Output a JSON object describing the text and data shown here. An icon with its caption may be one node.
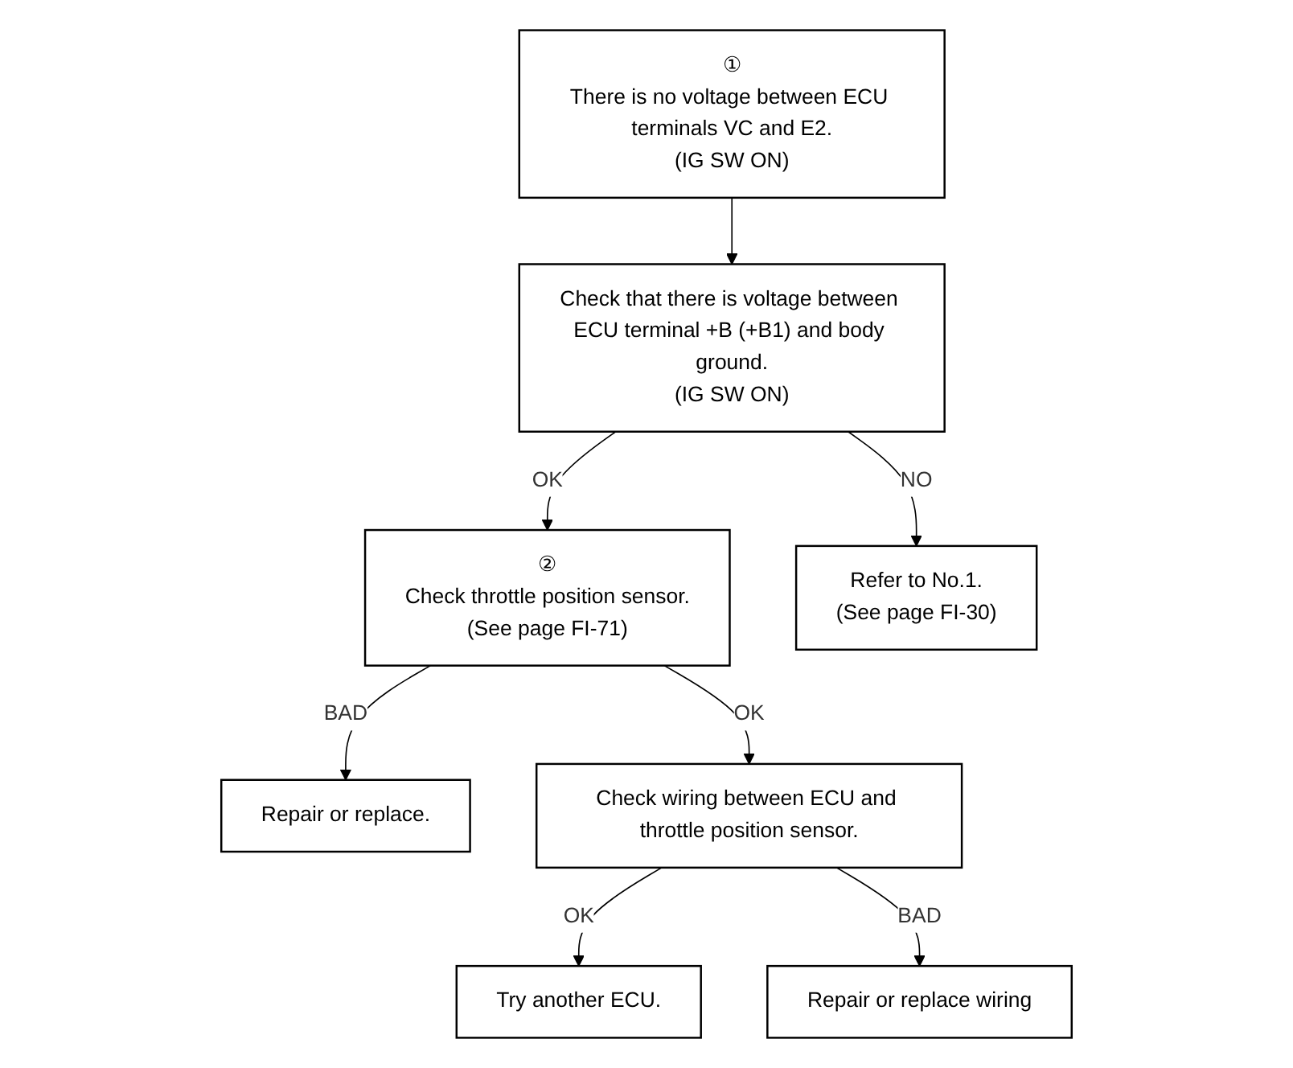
{
  "diagram": {
    "nodes": [
      {
        "text": [
          "①",
          "There is no voltage between ECU terminals VC and E2.",
          "(IG SW ON)"
        ]
      },
      {
        "text": [
          "Check that there is voltage between ECU terminal +B (+B1) and body ground.",
          "(IG SW ON)"
        ]
      },
      {
        "text": [
          "②",
          "Check throttle position sensor.",
          "(See page FI-71)"
        ]
      },
      {
        "text": [
          "Refer to No.1.",
          "(See page FI-30)"
        ]
      },
      {
        "text": [
          "Repair or replace."
        ]
      },
      {
        "text": [
          "Check wiring between ECU and throttle position sensor."
        ]
      },
      {
        "text": [
          "Try another ECU."
        ]
      },
      {
        "text": [
          "Repair or replace wiring"
        ]
      }
    ],
    "edges": [
      {
        "from": 0,
        "to": 1,
        "arrow": "to"
      },
      {
        "from": 1,
        "to": 2,
        "label": "OK",
        "arrow": "to"
      },
      {
        "from": 1,
        "to": 3,
        "label": "NO",
        "arrow": "to"
      },
      {
        "from": 2,
        "to": 4,
        "label": "BAD",
        "arrow": "to"
      },
      {
        "from": 2,
        "to": 5,
        "label": "OK",
        "arrow": "to"
      },
      {
        "from": 5,
        "to": 6,
        "label": "OK",
        "arrow": "to"
      },
      {
        "from": 5,
        "to": 7,
        "label": "BAD",
        "arrow": "to"
      }
    ]
  }
}
